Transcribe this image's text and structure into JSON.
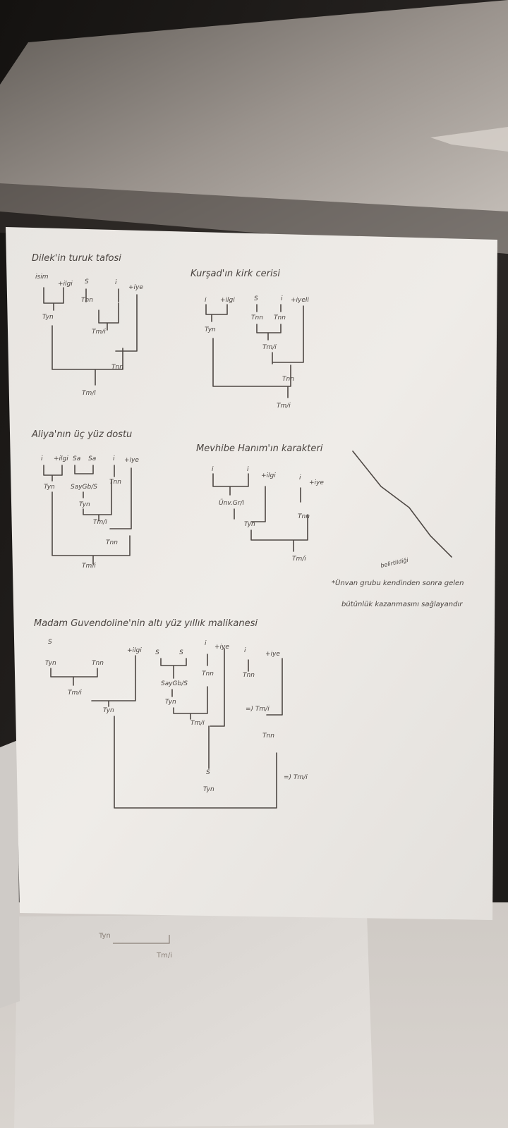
{
  "colors": {
    "background_top": "#1e1b19",
    "desk_surface": "#8f8882",
    "paper": "#e9e6e2",
    "ink": "#4e4844"
  },
  "trees": [
    {
      "sentence": "Dilek'in turuk tafosi",
      "labels": [
        "isim",
        "+ilgi",
        "S",
        "i",
        "+iye",
        "Tyn",
        "Tnn",
        "Tm/i",
        "Tnn",
        "Tm/i"
      ]
    },
    {
      "sentence": "Kurşad'ın kirk cerisi",
      "labels": [
        "i",
        "+ilgi",
        "S",
        "i",
        "+iyeli",
        "Tyn",
        "Tnn",
        "Tnn",
        "Tm/i",
        "Tnn",
        "Tm/i"
      ]
    },
    {
      "sentence": "Aliya'nın üç yüz dostu",
      "labels": [
        "i",
        "+ilgi",
        "Sa",
        "Sa",
        "i",
        "+iye",
        "Tyn",
        "SayGb/S",
        "Tyn",
        "Tnn",
        "Tm/i",
        "Tnn",
        "Tm/i"
      ]
    },
    {
      "sentence": "Mevhibe Hanım'ın karakteri",
      "labels": [
        "i",
        "i",
        "+ilgi",
        "i",
        "+iye",
        "Ünv.Gr/i",
        "Tyn",
        "Tnn",
        "Tm/i"
      ]
    },
    {
      "sentence": "Madam Guvendoline'nin altı yüz yıllık malikanesi",
      "labels": [
        "S",
        "Tyn",
        "Tnn",
        "+ilgi",
        "S",
        "S",
        "i",
        "+iye",
        "i",
        "+iye",
        "Tm/i",
        "Tyn",
        "SayGb/S",
        "Tnn",
        "Tnn",
        "Tyn",
        "Tm/i",
        "=) Tm/i",
        "Tnn",
        "S",
        "Tyn",
        "=) Tm/i"
      ]
    }
  ],
  "side_note": {
    "lines": [
      "*Ünvan grubu kendinden sonra gelen",
      "bütünlük kazanmasını sağlayandır"
    ],
    "small_note": "belirtildiği"
  },
  "under_paper": {
    "labels": [
      "Tyn",
      "Tm/i"
    ]
  }
}
